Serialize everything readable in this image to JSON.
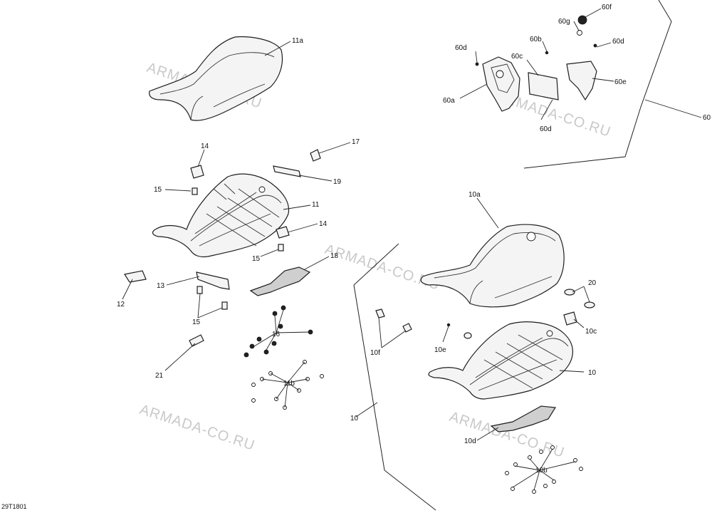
{
  "drawing_code": "29T1801",
  "watermark": "ARMADA-CO.RU",
  "callouts": {
    "c11a": "11a",
    "c14a": "14",
    "c17": "17",
    "c15a": "15",
    "c19": "19",
    "c11": "11",
    "c14b": "14",
    "c15b": "15",
    "c18": "18",
    "c13": "13",
    "c12": "12",
    "c15c": "15",
    "c16": "16",
    "c21": "21",
    "c11b": "11b",
    "c60f": "60f",
    "c60g": "60g",
    "c60b": "60b",
    "c60d1": "60d",
    "c60d2": "60d",
    "c60c": "60c",
    "c60e": "60e",
    "c60a": "60a",
    "c60d3": "60d",
    "c60": "60",
    "c10a": "10a",
    "c20": "20",
    "c10c": "10c",
    "c10e": "10e",
    "c10f": "10f",
    "c10main": "10",
    "c10": "10",
    "c10d": "10d",
    "c10b": "10b"
  }
}
